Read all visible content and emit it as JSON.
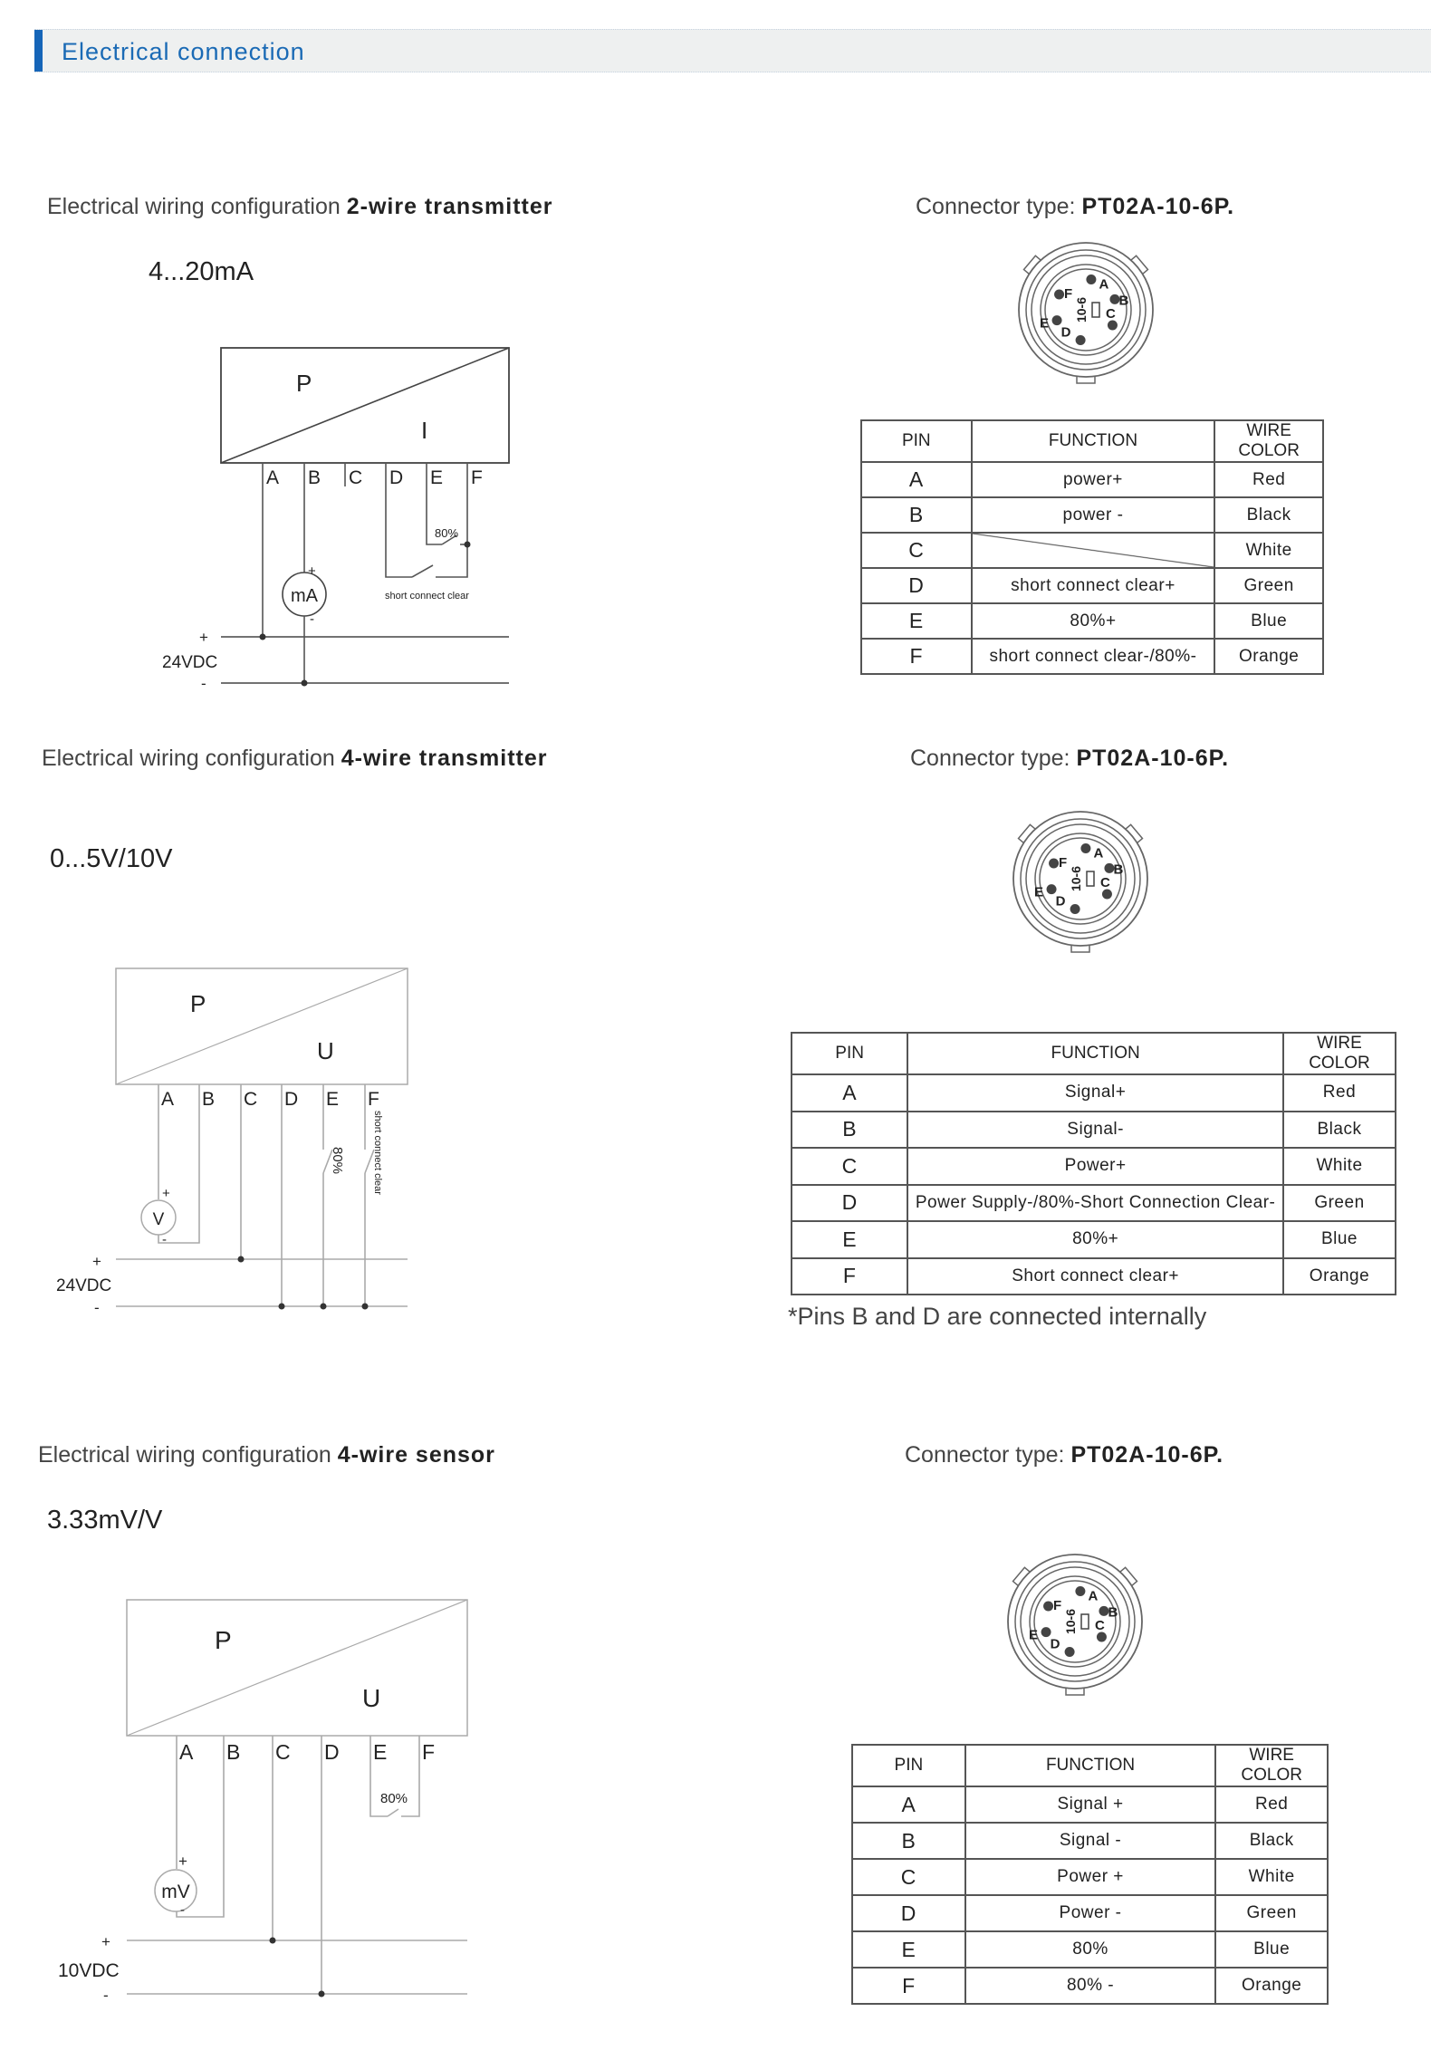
{
  "header": {
    "title": "Electrical connection",
    "accent": "#1565b8"
  },
  "sections": [
    {
      "heading_prefix": "Electrical wiring configuration",
      "heading_bold": "2-wire transmitter",
      "connector_prefix": "Connector type:",
      "connector_model": "PT02A-10-6P.",
      "range": "4...20mA",
      "diagram": {
        "in": "P",
        "out": "I",
        "pins": [
          "A",
          "B",
          "C",
          "D",
          "E",
          "F"
        ],
        "meter": "mA",
        "plus": "+",
        "minus": "-",
        "supply": "24VDC",
        "switch_80": "80%",
        "switch_clear": "short connect clear"
      },
      "table": {
        "headers": [
          "PIN",
          "FUNCTION",
          "WIRE COLOR"
        ],
        "rows": [
          [
            "A",
            "power+",
            "Red"
          ],
          [
            "B",
            "power -",
            "Black"
          ],
          [
            "C",
            "",
            "White"
          ],
          [
            "D",
            "short connect clear+",
            "Green"
          ],
          [
            "E",
            "80%+",
            "Blue"
          ],
          [
            "F",
            "short connect clear-/80%-",
            "Orange"
          ]
        ]
      }
    },
    {
      "heading_prefix": "Electrical wiring configuration",
      "heading_bold": "4-wire transmitter",
      "connector_prefix": "Connector type:",
      "connector_model": "PT02A-10-6P.",
      "range": "0...5V/10V",
      "diagram": {
        "in": "P",
        "out": "U",
        "pins": [
          "A",
          "B",
          "C",
          "D",
          "E",
          "F"
        ],
        "meter": "V",
        "plus": "+",
        "minus": "-",
        "supply": "24VDC",
        "switch_80": "80%",
        "switch_clear": "short connect clear"
      },
      "table": {
        "headers": [
          "PIN",
          "FUNCTION",
          "WIRE COLOR"
        ],
        "rows": [
          [
            "A",
            "Signal+",
            "Red"
          ],
          [
            "B",
            "Signal-",
            "Black"
          ],
          [
            "C",
            "Power+",
            "White"
          ],
          [
            "D",
            "Power Supply-/80%-Short Connection Clear-",
            "Green"
          ],
          [
            "E",
            "80%+",
            "Blue"
          ],
          [
            "F",
            "Short connect clear+",
            "Orange"
          ]
        ]
      },
      "note": "*Pins B and D are connected internally"
    },
    {
      "heading_prefix": "Electrical wiring configuration",
      "heading_bold": "4-wire sensor",
      "connector_prefix": "Connector type:",
      "connector_model": "PT02A-10-6P.",
      "range": "3.33mV/V",
      "diagram": {
        "in": "P",
        "out": "U",
        "pins": [
          "A",
          "B",
          "C",
          "D",
          "E",
          "F"
        ],
        "meter": "mV",
        "plus": "+",
        "minus": "-",
        "supply": "10VDC",
        "switch_80": "80%"
      },
      "table": {
        "headers": [
          "PIN",
          "FUNCTION",
          "WIRE COLOR"
        ],
        "rows": [
          [
            "A",
            "Signal +",
            "Red"
          ],
          [
            "B",
            "Signal -",
            "Black"
          ],
          [
            "C",
            "Power +",
            "White"
          ],
          [
            "D",
            "Power  -",
            "Green"
          ],
          [
            "E",
            "80%",
            "Blue"
          ],
          [
            "F",
            "80% -",
            "Orange"
          ]
        ]
      }
    }
  ],
  "connector_face": {
    "pins": [
      "A",
      "B",
      "C",
      "D",
      "E",
      "F"
    ],
    "code": "10-6"
  }
}
